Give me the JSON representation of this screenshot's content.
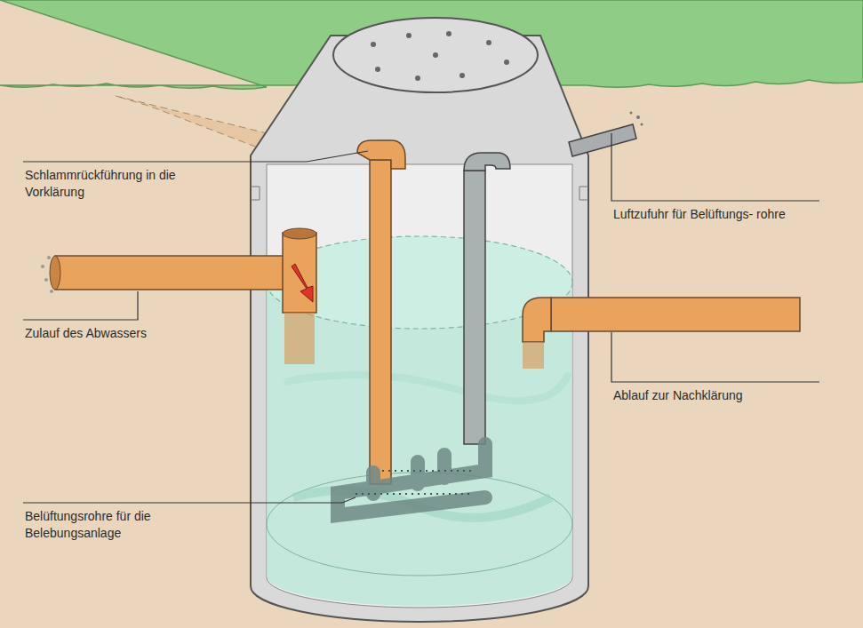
{
  "diagram": {
    "labels": [
      "Schlammrückführung in die Vorklärung",
      "Luftzufuhr für Belüftungs- rohre",
      "Zulauf des Abwassers",
      "Ablauf zur Nachklärung",
      "Belüftungsrohre für die Belebungsanlage"
    ]
  }
}
